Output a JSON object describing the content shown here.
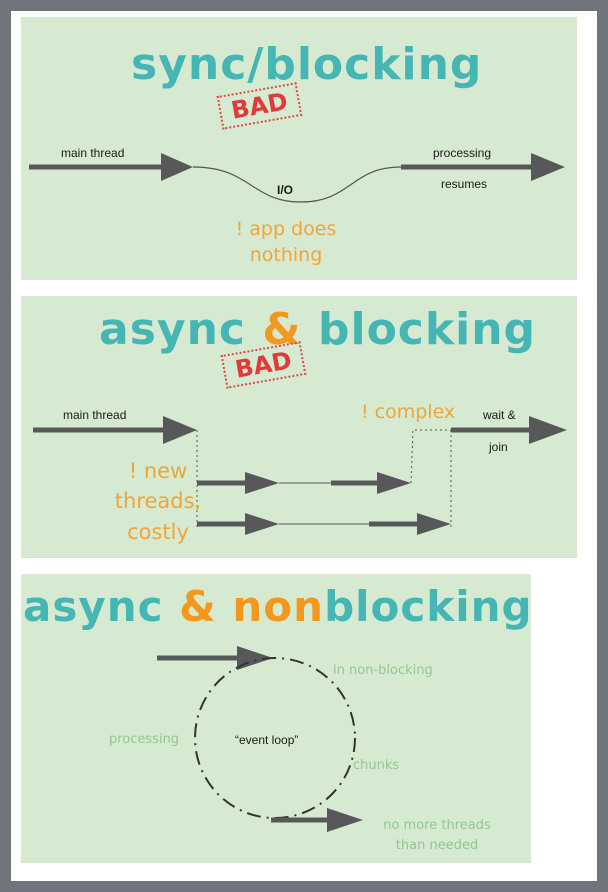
{
  "sections": [
    {
      "title": "sync/blocking",
      "stamp": "BAD",
      "labels": {
        "main": "main thread",
        "io": "I/O",
        "processing": "processing",
        "resumes": "resumes"
      },
      "notes": [
        "! app does",
        "nothing"
      ]
    },
    {
      "title_parts": [
        "async ",
        "&",
        " blocking"
      ],
      "stamp": "BAD",
      "labels": {
        "main": "main thread",
        "wait": "wait &",
        "join": "join"
      },
      "notes": {
        "complex": "! complex",
        "threads": [
          "! new",
          "threads,",
          "costly"
        ]
      }
    },
    {
      "title_parts": [
        "async ",
        "&",
        " ",
        "non",
        "blocking"
      ],
      "labels": {
        "event_loop": "“event loop”"
      },
      "notes": {
        "nonblocking": "in non-blocking",
        "processing": "processing",
        "chunks": "chunks",
        "more": [
          "no more threads",
          "than needed"
        ]
      }
    }
  ],
  "colors": {
    "teal": "#45b6b3",
    "orange": "#f3981f",
    "panel": "#d6ead1",
    "arrow": "#58585a",
    "stamp": "#e03a3a",
    "note_green": "#93c792"
  }
}
